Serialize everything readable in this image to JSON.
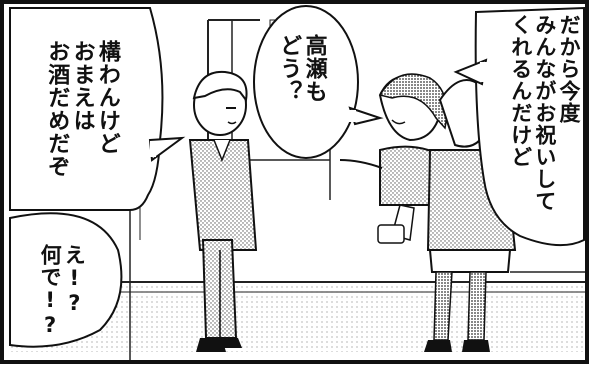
{
  "speech_bubbles": {
    "right_girl": {
      "line1": "だから今度",
      "line2": "みんながお祝いして",
      "line3": "くれるんだけど"
    },
    "center": {
      "line1": "高瀬も",
      "line2": "どう？"
    },
    "left_top": {
      "line1": "構わんけど",
      "line2": "おまえは",
      "line3": "お酒だめだぞ"
    },
    "left_bottom": {
      "line1": "え!?",
      "line2": "何で!?"
    }
  }
}
